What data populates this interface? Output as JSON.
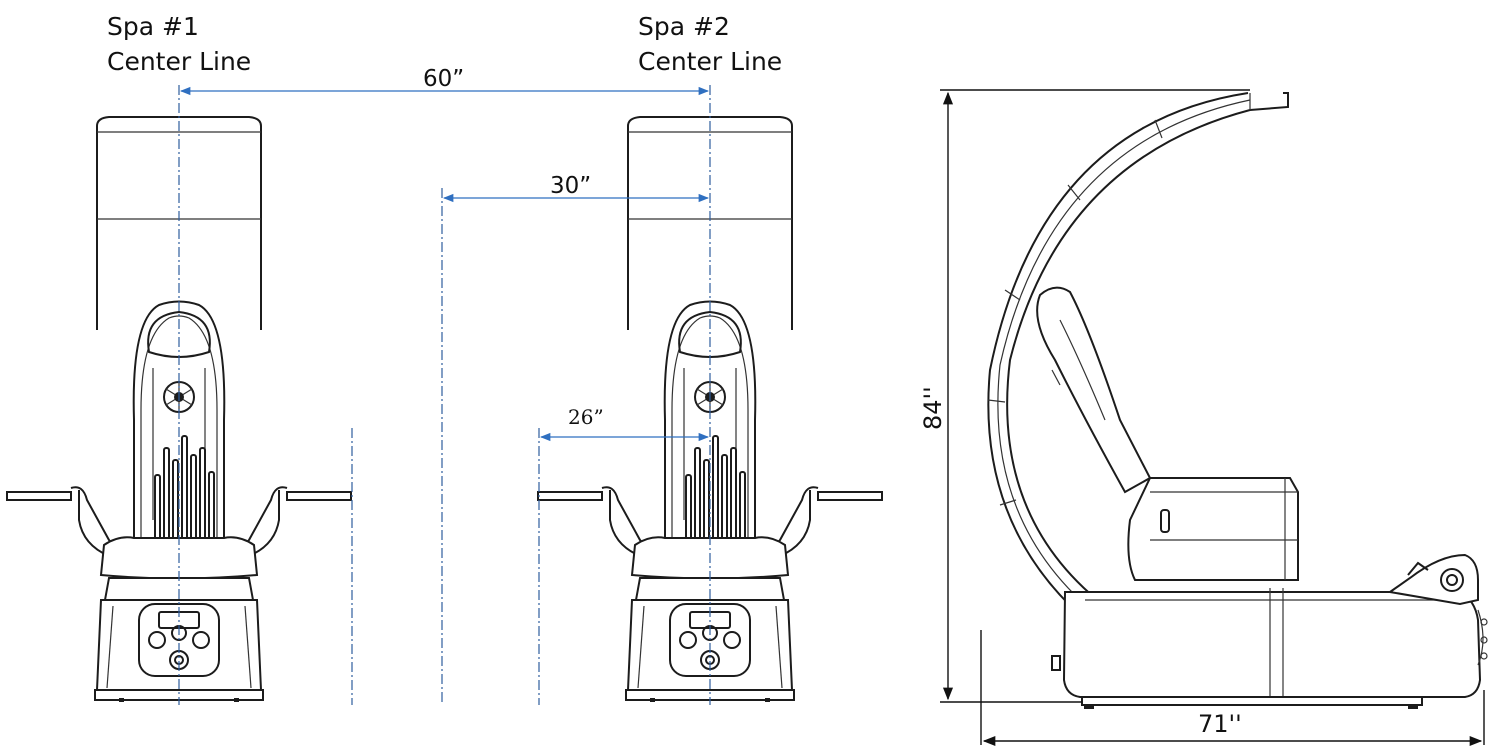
{
  "labels": {
    "spa1_name": "Spa #1",
    "spa1_line": "Center Line",
    "spa2_name": "Spa #2",
    "spa2_line": "Center Line"
  },
  "dimensions": {
    "center_to_center": "60”",
    "half_spacing": "30”",
    "arm_clearance": "26”",
    "height": "84''",
    "depth": "71''"
  },
  "colors": {
    "dimension_arrow": "#2f6fc0",
    "center_line": "#2e5d9e",
    "outline": "#1c1c1c"
  }
}
